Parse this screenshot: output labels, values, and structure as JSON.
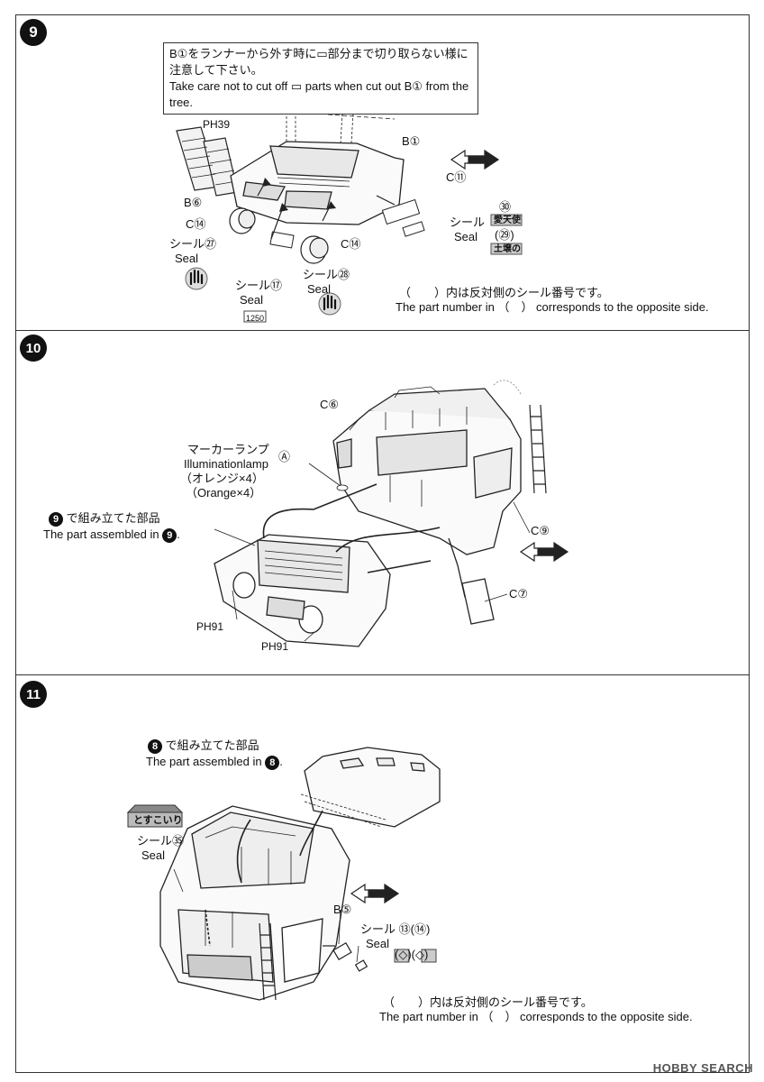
{
  "step9": {
    "number": "9",
    "callout_jp": "B①をランナーから外す時に▭部分まで切り取らない様に注意して下さい。",
    "callout_en": "Take care not to cut off ▭ parts when cut out B① from the tree.",
    "part_B1": "B①",
    "part_PH39": "PH39",
    "part_B6": "B⑥",
    "part_C14_left": "C⑭",
    "part_C14_mid": "C⑭",
    "part_C11": "C⑪",
    "seal27_jp": "シール㉗",
    "seal27_en": "Seal",
    "seal17_jp": "シール⑰",
    "seal17_en": "Seal",
    "seal28_jp": "シール㉘",
    "seal28_en": "Seal",
    "seal30_29_jp": "シール",
    "seal30_29_en": "Seal",
    "seal30": "㉚",
    "seal29": "(㉙)",
    "seal30_text": "愛天使",
    "seal29_text": "土壌の",
    "plate_text": "1250",
    "note_jp": "（　　）内は反対側のシール番号です。",
    "note_en": "The part number in （　） corresponds to the opposite side."
  },
  "step10": {
    "number": "10",
    "part_C6": "C⑥",
    "lamp_jp": "マーカーランプ",
    "lamp_en": "Illuminationlamp",
    "lamp_orange_jp": "（オレンジ×4）",
    "lamp_orange_en": "（Orange×4）",
    "lamp_ref": "Ⓐ",
    "assembled_jp": "で組み立てた部品",
    "assembled_en": "The part assembled in",
    "assembled_ref": "9",
    "part_C9": "C⑨",
    "part_C7": "C⑦",
    "part_PH91_a": "PH91",
    "part_PH91_b": "PH91"
  },
  "step11": {
    "number": "11",
    "assembled_jp": "で組み立てた部品",
    "assembled_en": "The part assembled in",
    "assembled_ref": "8",
    "seal35_jp": "シール㉟",
    "seal35_en": "Seal",
    "seal35_text": "とすこいり",
    "part_B5": "B⑤",
    "seal13_jp": "シール ⑬(⑭)",
    "seal13_en": "Seal",
    "seal13_glyphs": "(◇)(◇)",
    "note_jp": "（　　）内は反対側のシール番号です。",
    "note_en": "The part number in （　） corresponds to the opposite side."
  },
  "footer": {
    "logo": "HOBBY SEARCH"
  },
  "colors": {
    "ink": "#111111",
    "panel_border": "#333333",
    "seal_fill": "#bbbbbb"
  }
}
